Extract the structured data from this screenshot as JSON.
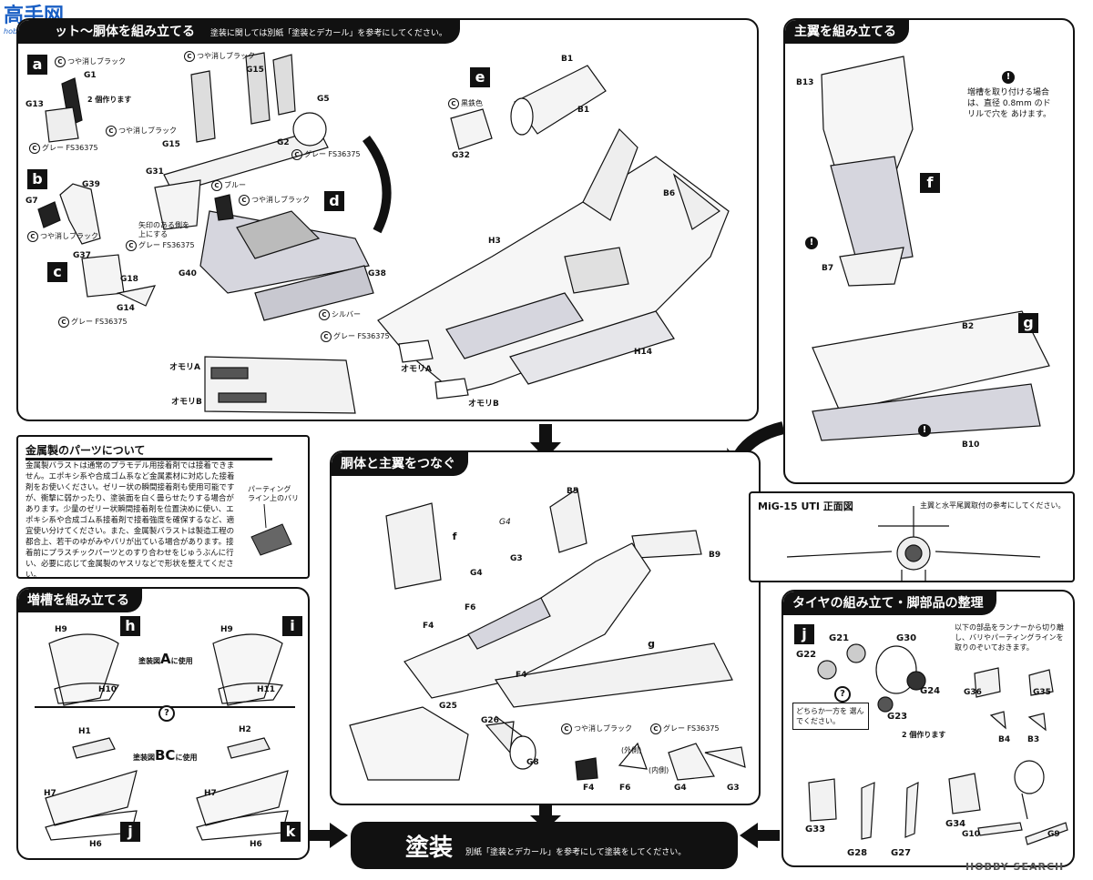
{
  "watermark": {
    "top_logo": "高手网",
    "top_sub": "hobbyshow.com",
    "bottom": "HOBBY SEARCH"
  },
  "p1": {
    "title": "ット〜胴体を組み立てる",
    "instr": "塗装に関しては別紙「塗装とデカール」を参考にしてください。",
    "tags": [
      "a",
      "b",
      "c",
      "d",
      "e"
    ],
    "notes": {
      "black1": "つや消しブラック",
      "x2": "2 個作ります",
      "grey1": "グレー FS36375",
      "black2": "つや消しブラック",
      "black3": "つや消しブラック",
      "grey2": "グレー FS36375",
      "blue": "ブルー",
      "black4": "つや消しブラック",
      "arrow_note1": "矢印のある側を",
      "arrow_note2": "上にする",
      "grey3": "グレー FS36375",
      "black5": "つや消しブラック",
      "grey4": "グレー FS36375",
      "silver": "シルバー",
      "grey5": "グレー FS36375",
      "iron": "黒鉄色"
    },
    "parts": [
      "G1",
      "G13",
      "G39",
      "G7",
      "G37",
      "G18",
      "G14",
      "G15",
      "G15",
      "G5",
      "G2",
      "G31",
      "G40",
      "G38",
      "B1",
      "B1",
      "G32",
      "B6",
      "H3",
      "H14"
    ],
    "weights": {
      "a1": "オモリA",
      "b1": "オモリB",
      "a2": "オモリA",
      "b2": "オモリB"
    }
  },
  "p2": {
    "title": "主翼を組み立てる",
    "note": "増槽を取り付ける場合は、直径 0.8mm のドリルで穴を あけます。",
    "tags": [
      "f",
      "g"
    ],
    "parts": [
      "B13",
      "B7",
      "B2",
      "B10"
    ]
  },
  "p3": {
    "title": "金属製のパーツについて",
    "body": "金属製バラストは通常のプラモデル用接着剤では接着できません。エポキシ系や合成ゴム系など金属素材に対応した接着剤をお使いください。ゼリー状の瞬間接着剤も使用可能ですが、衝撃に弱かったり、塗装面を白く曇らせたりする場合があります。少量のゼリー状瞬間接着剤を位置決めに使い、エポキシ系や合成ゴム系接着剤で接着強度を確保するなど、適宜使い分けてください。また、金属製バラストは製造工程の都合上、若干のゆがみやバリが出ている場合があります。接着前にプラスチックパーツとのすり合わせをじゅうぶんに行い、必要に応じて金属製のヤスリなどで形状を整えてください。",
    "callout1": "パーティング",
    "callout2": "ライン上のバリ"
  },
  "p4": {
    "title": "胴体と主翼をつなぐ",
    "parts": [
      "B5",
      "B9",
      "G4",
      "G4",
      "G3",
      "F6",
      "F4",
      "F4",
      "G25",
      "G26",
      "G8",
      "F4",
      "F6",
      "G4",
      "G3"
    ],
    "tags": [
      "f",
      "g"
    ],
    "notes": {
      "black": "つや消しブラック",
      "grey": "グレー FS36375",
      "side": "(外側)",
      "inner": "(内側)"
    }
  },
  "p5": {
    "title": "MiG-15 UTI 正面図",
    "note": "主翼と水平尾翼取付の参考にしてください。"
  },
  "p6": {
    "title": "増槽を組み立てる",
    "tags": [
      "h",
      "i",
      "j",
      "k"
    ],
    "parts": [
      "H9",
      "H10",
      "H9",
      "H11",
      "H1",
      "H2",
      "H7",
      "H6",
      "H7",
      "H6"
    ],
    "schemeA": "塗装図",
    "schemeA_big": "A",
    "schemeA_tail": "に使用",
    "schemeBC": "塗装図",
    "schemeBC_big": "BC",
    "schemeBC_tail": "に使用"
  },
  "p7": {
    "title": "タイヤの組み立て・脚部品の整理",
    "tag": "j",
    "parts": [
      "G21",
      "G30",
      "G22",
      "G24",
      "G23",
      "G36",
      "G35",
      "B4",
      "B3",
      "G33",
      "G28",
      "G27",
      "G34",
      "G10",
      "G9"
    ],
    "choose": "どちらか一方を 選んでください。",
    "x2": "2 個作ります",
    "runner": "以下の部品をランナーから切り離し、バリやパーティングラインを取りのぞいておきます。"
  },
  "p8": {
    "title": "塗装",
    "instr": "別紙「塗装とデカール」を参考にして塗装をしてください。"
  },
  "colors": {
    "ink": "#111111",
    "grey": "#c9c9d1",
    "paper": "#ffffff"
  }
}
